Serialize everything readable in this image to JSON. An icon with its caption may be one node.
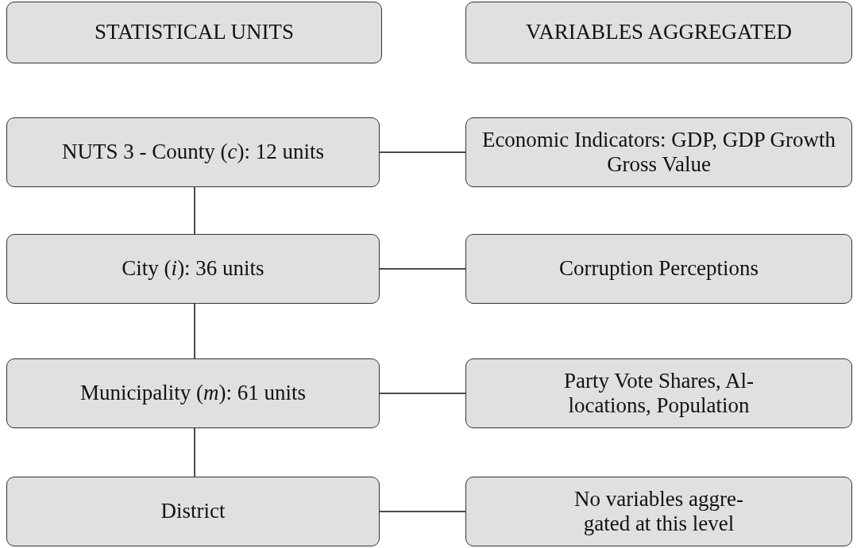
{
  "diagram": {
    "nodes": [
      {
        "text": [
          "STATISTICAL UNITS"
        ]
      },
      {
        "text": [
          "VARIABLES AGGREGATED"
        ]
      },
      {
        "text": [
          "NUTS 3 - County (*c*): 12 units"
        ]
      },
      {
        "text": [
          "Economic Indicators: GDP, GDP Growth Gross Value"
        ]
      },
      {
        "text": [
          "City (*i*): 36 units"
        ]
      },
      {
        "text": [
          "Corruption Perceptions"
        ]
      },
      {
        "text": [
          "Municipality (*m*): 61 units"
        ]
      },
      {
        "text": [
          "Party Vote Shares, Al- locations, Population"
        ]
      },
      {
        "text": [
          "District"
        ]
      },
      {
        "text": [
          "No variables aggre- gated at this level"
        ]
      }
    ],
    "edges": [
      {
        "from": 2,
        "to": 3,
        "arrow": "none"
      },
      {
        "from": 2,
        "to": 4,
        "arrow": "none"
      },
      {
        "from": 4,
        "to": 5,
        "arrow": "none"
      },
      {
        "from": 4,
        "to": 6,
        "arrow": "none"
      },
      {
        "from": 6,
        "to": 7,
        "arrow": "none"
      },
      {
        "from": 6,
        "to": 8,
        "arrow": "none"
      },
      {
        "from": 8,
        "to": 9,
        "arrow": "none"
      }
    ]
  }
}
